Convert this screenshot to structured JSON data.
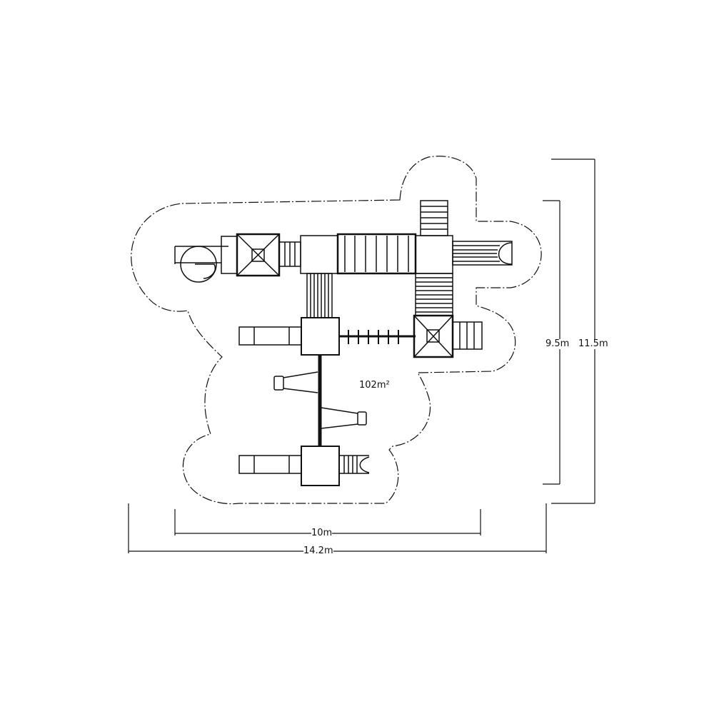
{
  "plan": {
    "area_label": "102m²",
    "dimensions": {
      "inner_width": "10m",
      "outer_width": "14.2m",
      "inner_depth": "9.5m",
      "outer_depth": "11.5m"
    },
    "line_color": "#111111",
    "background": "#ffffff"
  }
}
